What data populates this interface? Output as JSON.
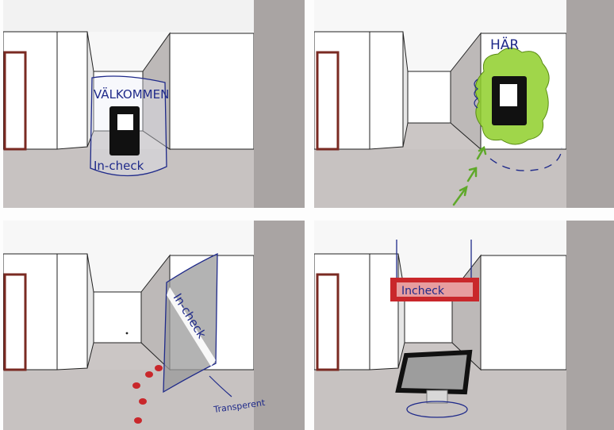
{
  "sketches": [
    {
      "id": "panel-1",
      "sign_top": "VÄLKOMMEN",
      "sign_bottom": "In-check"
    },
    {
      "id": "panel-2",
      "sign_top": "HÄR"
    },
    {
      "id": "panel-3",
      "banner_text": "In-check",
      "note": "Transperent"
    },
    {
      "id": "panel-4",
      "hanging_sign": "Incheck"
    }
  ],
  "colors": {
    "wall": "#ffffff",
    "floor": "#c7c2c1",
    "side_wall": "#bdb9b8",
    "column": "#a9a4a3",
    "ink_blue": "#1f2a8a",
    "marker_green": "#8fcf2a",
    "marker_red": "#c9272b",
    "door_frame": "#7a2a22"
  }
}
